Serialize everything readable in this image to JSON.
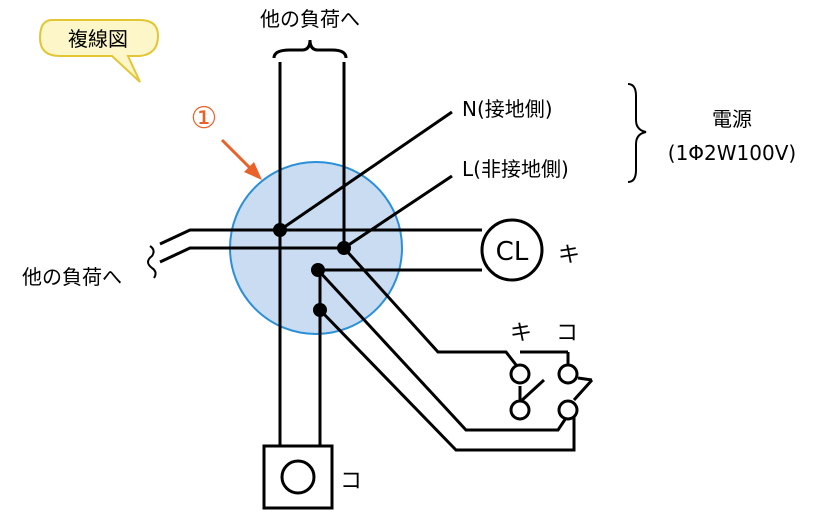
{
  "callout": {
    "text": "複線図"
  },
  "marker": {
    "text": "①",
    "color": "#e8622a"
  },
  "labels": {
    "top_other_load": "他の負荷へ",
    "left_other_load": "他の負荷へ",
    "neutral": "N(接地側)",
    "live": "L(非接地側)",
    "power_title": "電源",
    "power_spec": "(1Φ2W100V)",
    "cl_symbol": "CL",
    "cl_label": "キ",
    "switch_ki": "キ",
    "switch_ko": "コ",
    "outlet_label": "コ"
  },
  "colors": {
    "junction_fill": "#c9dcf2",
    "junction_stroke": "#2a8fd6",
    "callout_fill": "#fdf6c8",
    "callout_stroke": "#e2c634",
    "wire": "#000000"
  }
}
